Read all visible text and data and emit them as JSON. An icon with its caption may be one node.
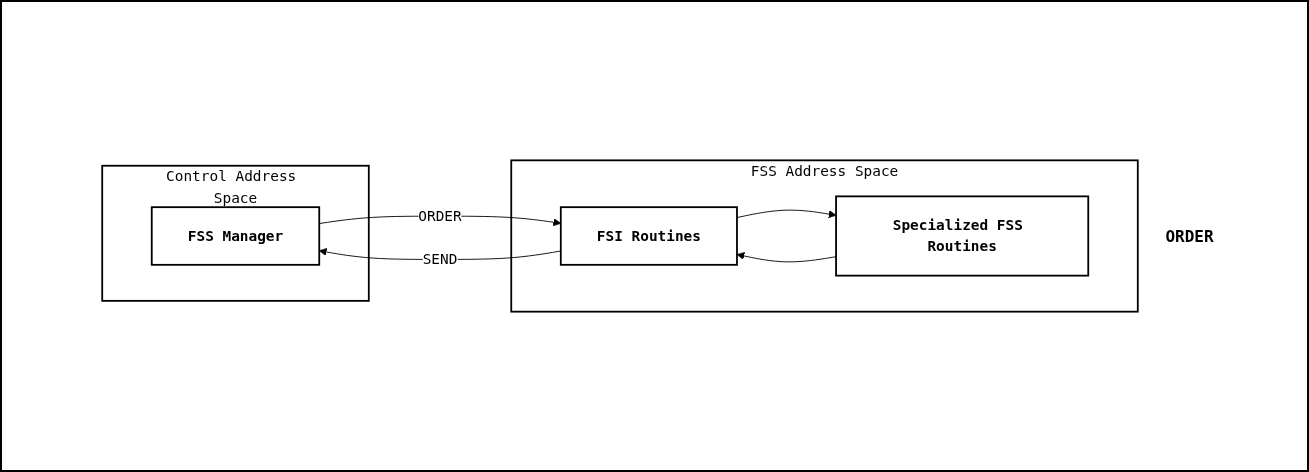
{
  "diagram": {
    "nodes": [
      {
        "text": [
          "Control Address Space"
        ]
      },
      {
        "text": [
          "FSS Manager"
        ],
        "in": 0
      },
      {
        "text": [
          "FSS Address Space"
        ]
      },
      {
        "text": [
          "FSI Routines"
        ],
        "in": 2
      },
      {
        "text": [
          "Specialized FSS Routines"
        ],
        "in": 2
      }
    ],
    "edges": [
      {
        "from": 1,
        "to": 3,
        "arrow": "to",
        "label": "ORDER"
      },
      {
        "from": 3,
        "to": 1,
        "arrow": "to",
        "label": "SEND"
      },
      {
        "from": 3,
        "to": 4,
        "arrow": "to"
      },
      {
        "from": 4,
        "to": 3,
        "arrow": "to"
      }
    ],
    "labels": [
      "ORDER"
    ]
  }
}
